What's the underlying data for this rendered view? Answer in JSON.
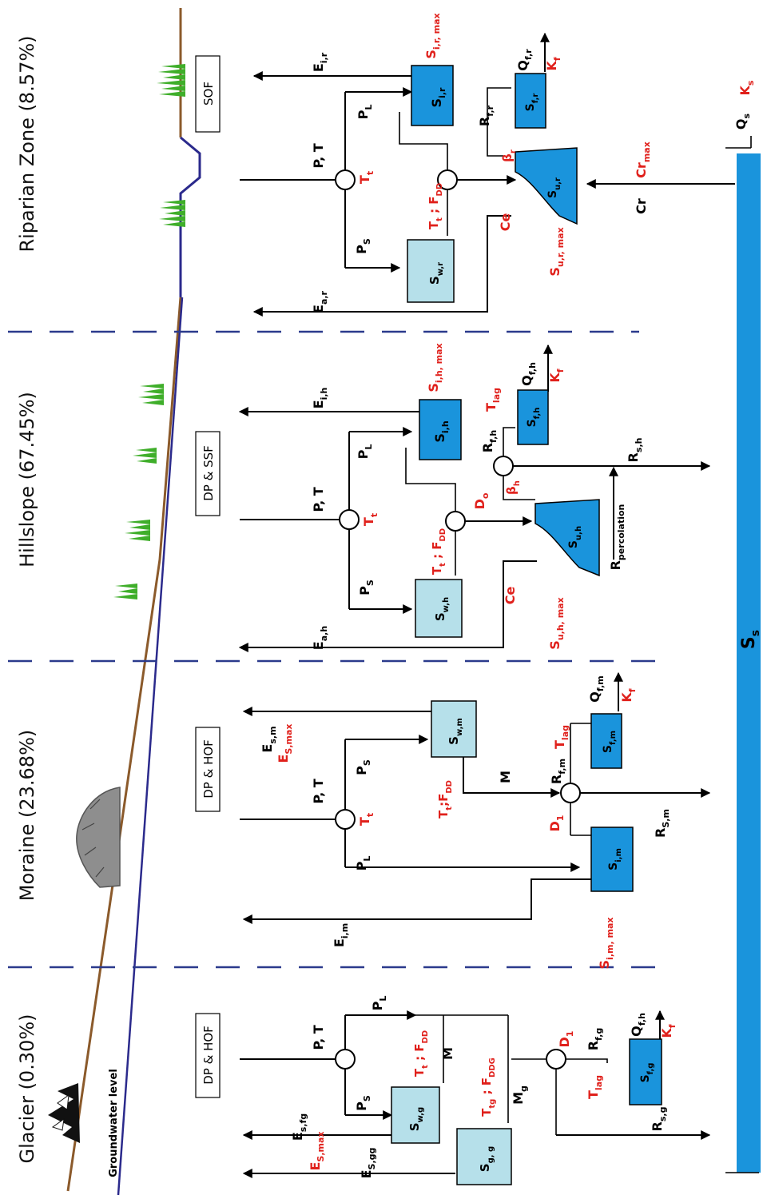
{
  "zones": {
    "glacier": "Glacier (0.30%)",
    "moraine": "Moraine (23.68%)",
    "hillslope": "Hillslope (67.45%)",
    "riparian": "Riparian Zone (8.57%)"
  },
  "groundwater_label": "Groundwater level",
  "processes": {
    "glacier": "DP & HOF",
    "moraine": "DP & HOF",
    "hillslope": "DP & SSF",
    "riparian": "SOF"
  },
  "stores": {
    "ss": "S",
    "ss_sub": "s"
  },
  "colors": {
    "blue": "#1a94dc",
    "light_blue": "#b6e0ea",
    "red": "#e0201b",
    "brown": "#8b5a2b",
    "groundwater": "#2b2a8c",
    "dash": "#2b3a8c"
  }
}
